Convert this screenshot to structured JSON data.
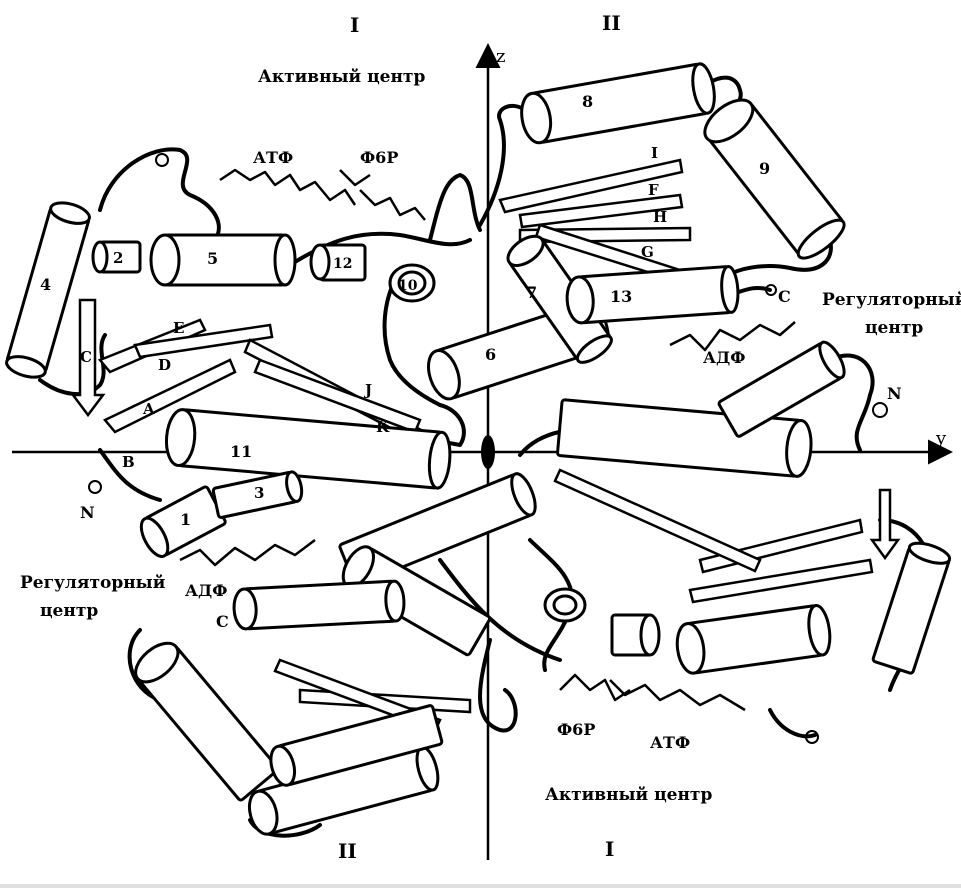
{
  "quadrants": {
    "top_left": "I",
    "top_right": "II",
    "bottom_left": "II",
    "bottom_right": "I"
  },
  "axes": {
    "z": "z",
    "y": "y"
  },
  "sites": {
    "active_top": "Активный центр",
    "active_bottom": "Активный центр",
    "regulatory_right": "Регуляторный центр",
    "regulatory_left": "Регуляторный центр"
  },
  "ligands": {
    "atp_top": "АТФ",
    "f6p_top": "Ф6Р",
    "adp_right": "АДФ",
    "adp_left": "АДФ",
    "f6p_bottom": "Ф6Р",
    "atp_bottom": "АТФ"
  },
  "helices": [
    "1",
    "2",
    "3",
    "4",
    "5",
    "6",
    "7",
    "8",
    "9",
    "10",
    "11",
    "12",
    "13"
  ],
  "strands": [
    "A",
    "B",
    "C",
    "D",
    "E",
    "F",
    "G",
    "H",
    "I",
    "J",
    "K"
  ],
  "termini": {
    "n_top": "N",
    "c_top": "C",
    "n_bottom": "N",
    "c_bottom": "C"
  }
}
